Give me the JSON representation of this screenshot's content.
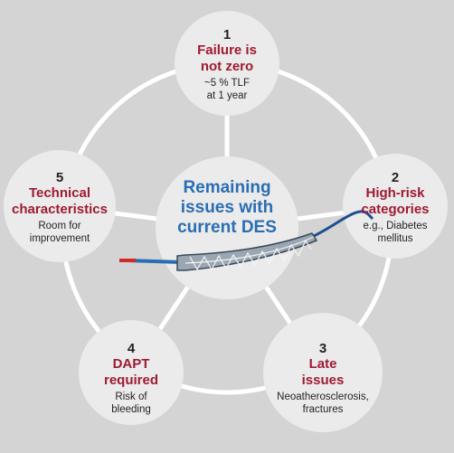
{
  "center": {
    "title_lines": [
      "Remaining",
      "issues with",
      "current DES"
    ],
    "color": "#2a6db3"
  },
  "nodes": [
    {
      "number": "1",
      "title_lines": [
        "Failure is",
        "not zero"
      ],
      "sub_lines": [
        "~5 % TLF",
        "at 1 year"
      ]
    },
    {
      "number": "2",
      "title_lines": [
        "High-risk",
        "categories"
      ],
      "sub_lines": [
        "e.g., Diabetes",
        "mellitus"
      ]
    },
    {
      "number": "3",
      "title_lines": [
        "Late",
        "issues"
      ],
      "sub_lines": [
        "Neoatherosclerosis,",
        "fractures"
      ]
    },
    {
      "number": "4",
      "title_lines": [
        "DAPT",
        "required"
      ],
      "sub_lines": [
        "Risk of",
        "bleeding"
      ]
    },
    {
      "number": "5",
      "title_lines": [
        "Technical",
        "characteristics"
      ],
      "sub_lines": [
        "Room for",
        "improvement"
      ]
    }
  ],
  "colors": {
    "background": "#d4d4d4",
    "node_fill": "#ebebeb",
    "ring": "#ffffff",
    "title": "#9e1b32",
    "text": "#231f20"
  }
}
